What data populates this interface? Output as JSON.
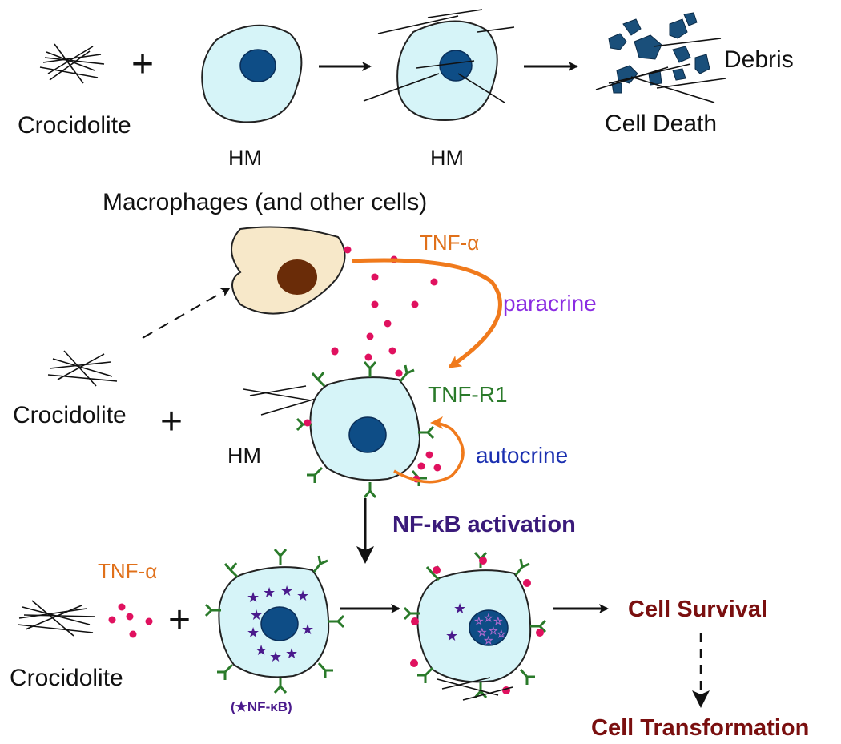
{
  "colors": {
    "cytoplasm": "#d6f4f8",
    "nucleus": "#0e4d86",
    "macrophage_cytoplasm": "#f7e8c9",
    "macrophage_nucleus": "#6a2c08",
    "tnf_dot": "#e0115f",
    "receptor": "#2a7a2a",
    "nfkb_star": "#4a1a8c",
    "tnf_arrow": "#f07a1c",
    "tnf_text": "#e0701a",
    "paracrine_text": "#8a2be2",
    "autocrine_text": "#1a2fb0",
    "outcome_text": "#7a0f0f",
    "nfkb_activation_text": "#3a1a7a"
  },
  "labels": {
    "top_crocidolite": "Crocidolite",
    "top_plus": "+",
    "top_hm1": "HM",
    "top_hm2": "HM",
    "cell_death": "Cell Death",
    "debris": "Debris",
    "macrophages": "Macrophages (and other cells)",
    "tnf_alpha_top": "TNF-α",
    "paracrine": "paracrine",
    "mid_crocidolite": "Crocidolite",
    "mid_plus": "+",
    "tnf_r1": "TNF-R1",
    "mid_hm": "HM",
    "autocrine": "autocrine",
    "nfkb_activation": "NF-κB activation",
    "tnf_alpha_bottom": "TNF-α",
    "bottom_crocidolite": "Crocidolite",
    "bottom_plus": "+",
    "nfkb_legend": "(★NF-κB)",
    "cell_survival": "Cell Survival",
    "cell_transformation": "Cell Transformation"
  }
}
